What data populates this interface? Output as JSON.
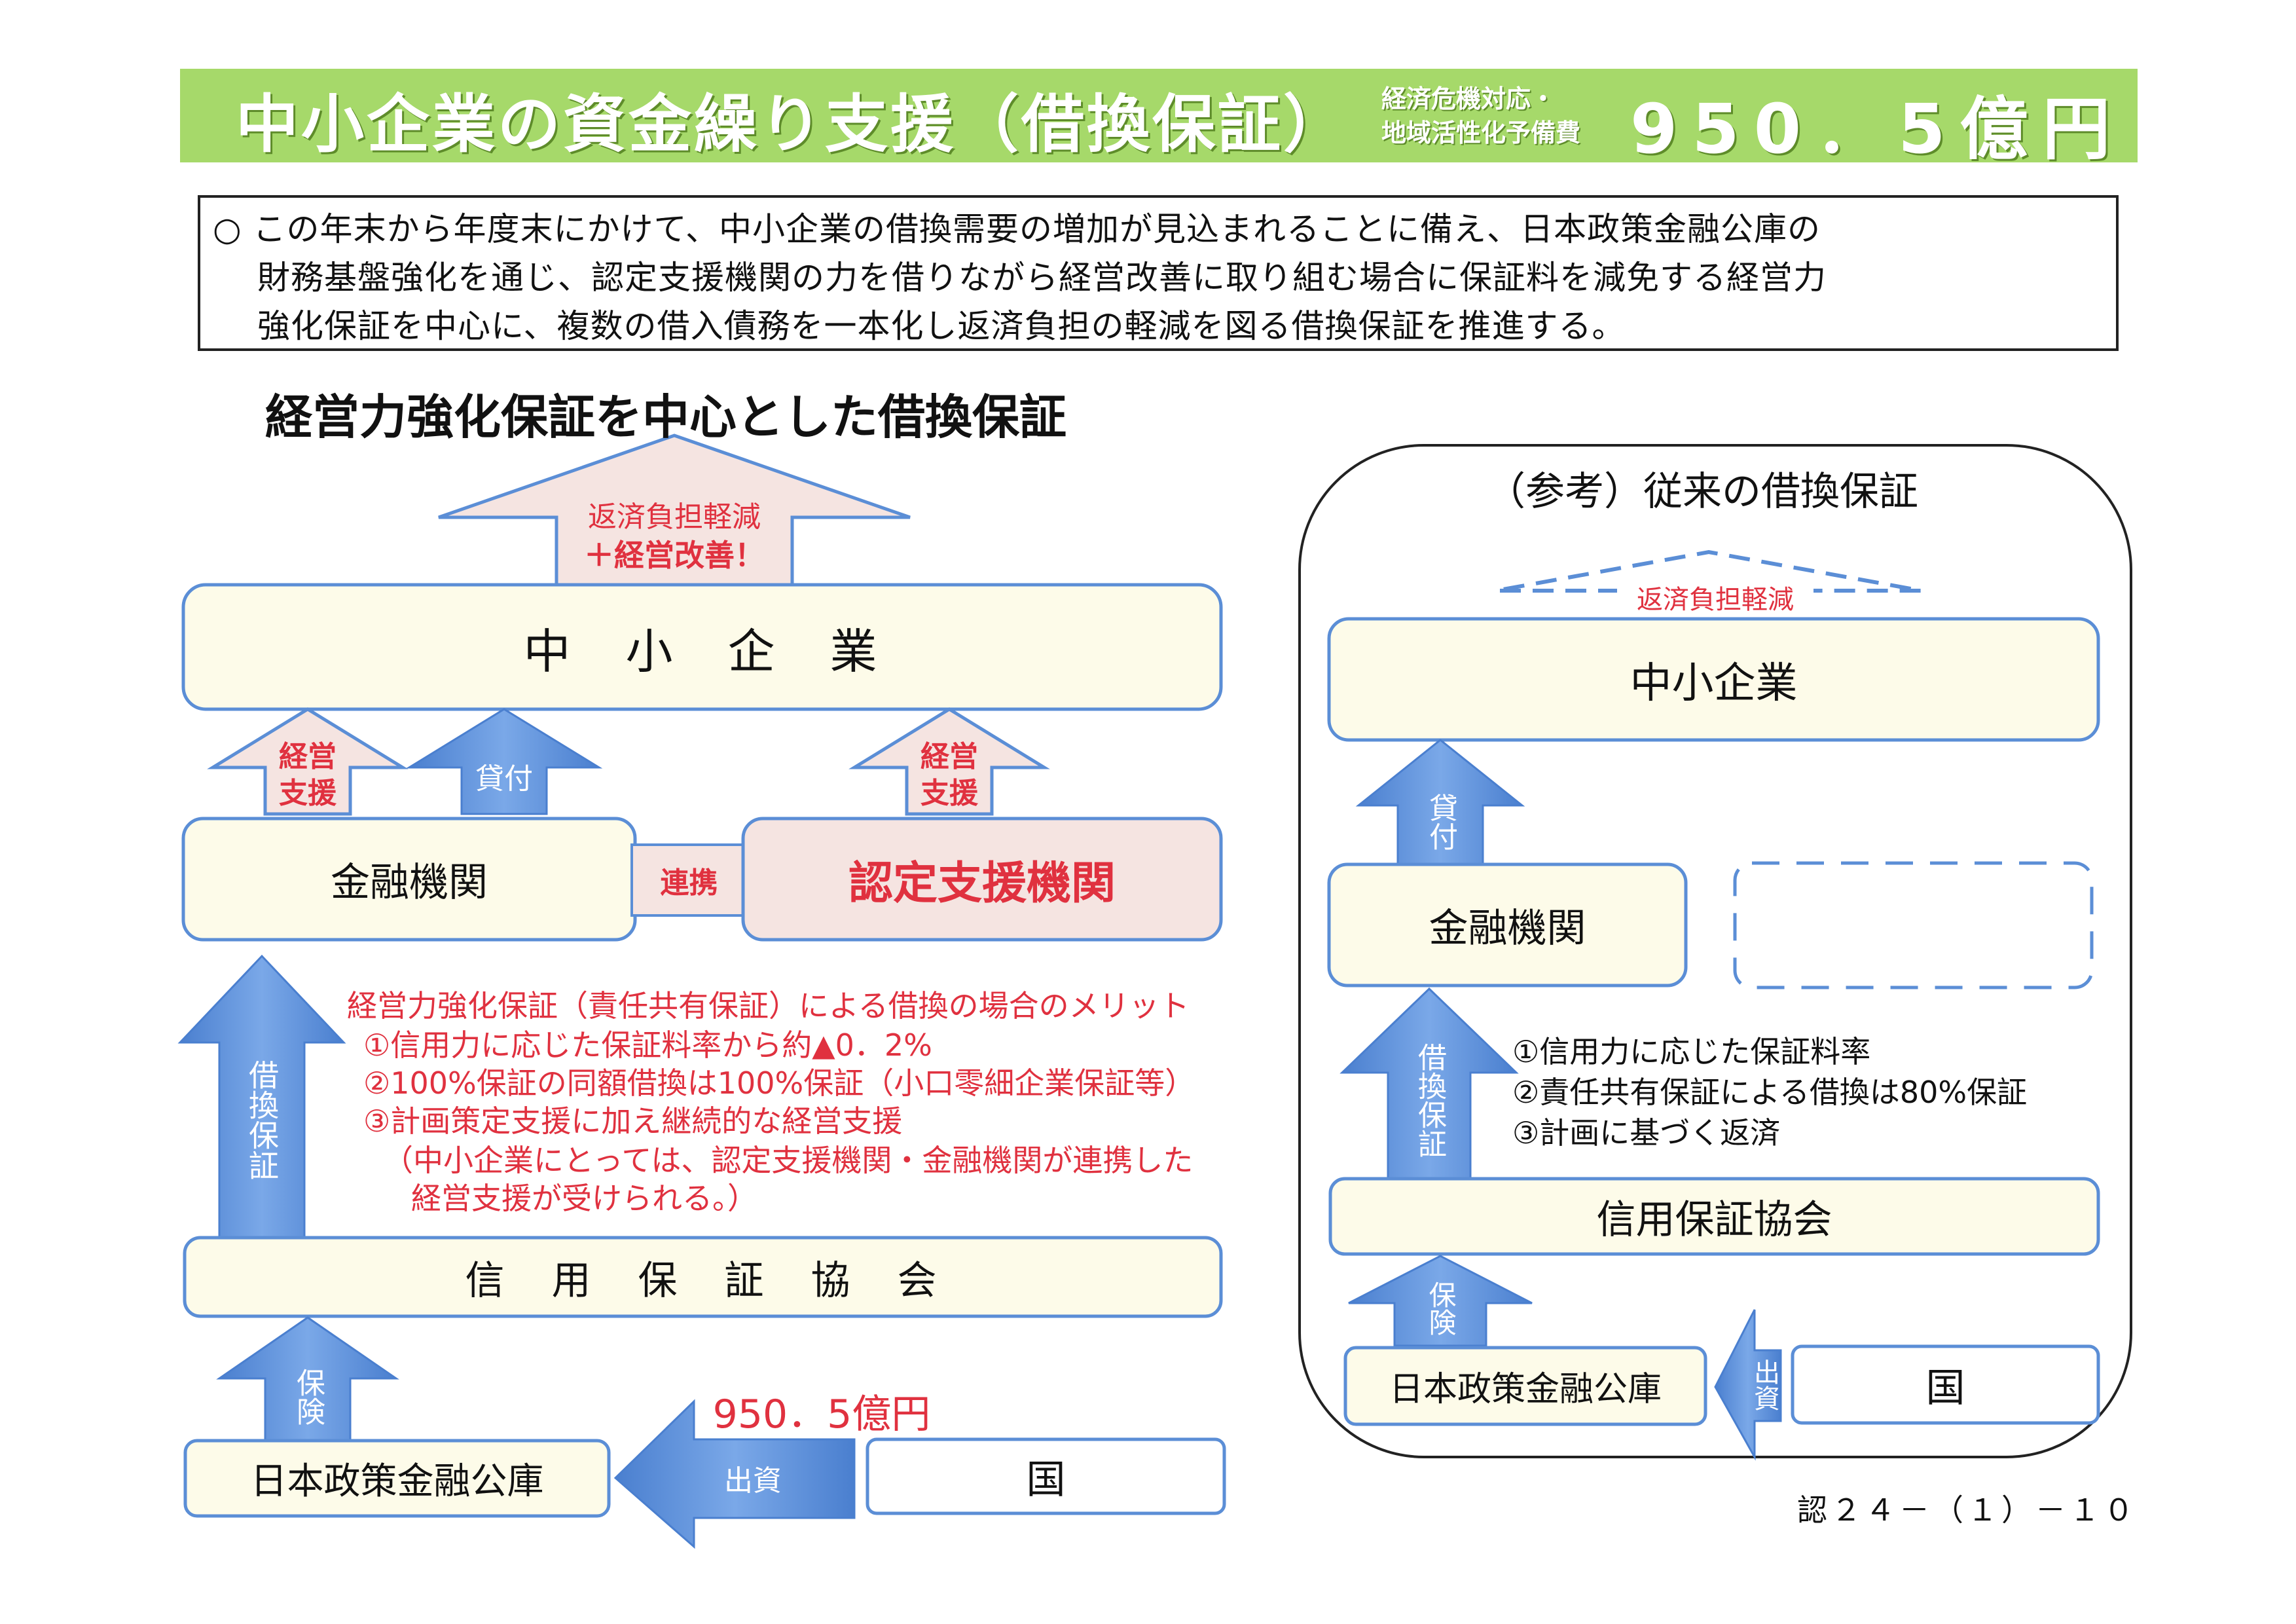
{
  "banner": {
    "title": "中小企業の資金繰り支援（借換保証）",
    "budget_source_line1": "経済危機対応・",
    "budget_source_line2": "地域活性化予備費",
    "amount": "950．5億円"
  },
  "summary": {
    "line1": "○ この年末から年度末にかけて、中小企業の借換需要の増加が見込まれることに備え、日本政策金融公庫の",
    "line2": "財務基盤強化を通じ、認定支援機関の力を借りながら経営改善に取り組む場合に保証料を減免する経営力",
    "line3": "強化保証を中心に、複数の借入債務を一本化し返済負担の軽減を図る借換保証を推進する。"
  },
  "main_diagram": {
    "heading": "経営力強化保証を中心とした借換保証",
    "top_arrow_line1": "返済負担軽減",
    "top_arrow_line2": "＋経営改善！",
    "sme": "中　小　企　業",
    "arrow_mgmt_support_left": "経営\n支援",
    "arrow_loan": "貸付",
    "arrow_mgmt_support_right": "経営\n支援",
    "financial_institution": "金融機関",
    "cooperation": "連携",
    "certified_support": "認定支援機関",
    "arrow_refinance": "借換保証",
    "merit_title": "経営力強化保証（責任共有保証）による借換の場合のメリット",
    "merit_items": [
      "①信用力に応じた保証料率から約▲0．2%",
      "②100%保証の同額借換は100%保証（小口零細企業保証等）",
      "③計画策定支援に加え継続的な経営支援"
    ],
    "merit_note_line1": "（中小企業にとっては、認定支援機関・金融機関が連携した",
    "merit_note_line2": "経営支援が受けられる。）",
    "credit_guarantee": "信　用　保　証　協　会",
    "arrow_insurance": "保険",
    "jfc": "日本政策金融公庫",
    "investment_amount": "950．5億円",
    "arrow_investment": "出資",
    "country": "国"
  },
  "reference_diagram": {
    "heading": "（参考）従来の借換保証",
    "top_arrow": "返済負担軽減",
    "sme": "中小企業",
    "arrow_loan": "貸付",
    "financial_institution": "金融機関",
    "arrow_refinance": "借換保証",
    "items": [
      "①信用力に応じた保証料率",
      "②責任共有保証による借換は80%保証",
      "③計画に基づく返済"
    ],
    "credit_guarantee": "信用保証協会",
    "arrow_insurance": "保険",
    "jfc": "日本政策金融公庫",
    "arrow_investment": "出資",
    "country": "国"
  },
  "page_code": "認２４－（１）－１０",
  "colors": {
    "banner_green": "#a6d96a",
    "box_fill": "#fdfbe9",
    "box_border": "#5b8ed6",
    "arrow_blue": "#5b8ed6",
    "pink_fill": "#f5e4e1",
    "accent_red": "#e0313f"
  }
}
